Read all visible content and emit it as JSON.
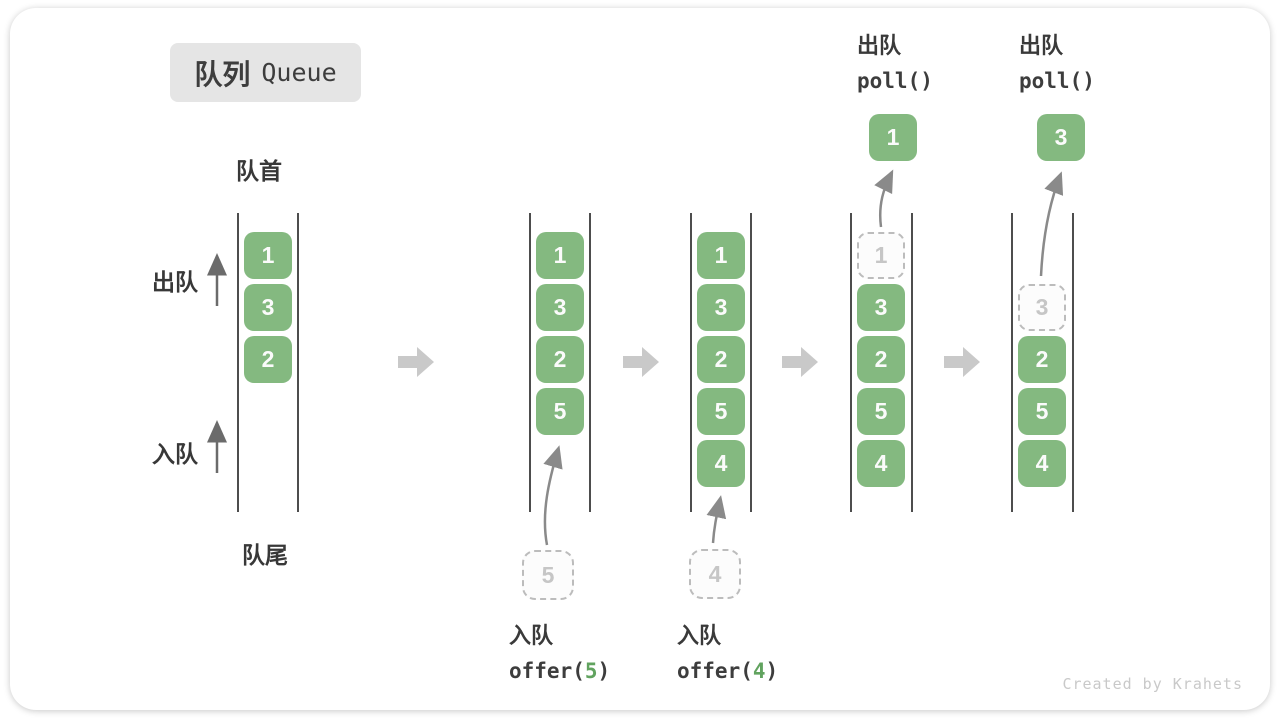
{
  "title": {
    "zh": "队列",
    "en": "Queue"
  },
  "side_labels": {
    "front": "队首",
    "rear": "队尾",
    "dequeue": "出队",
    "enqueue": "入队"
  },
  "queues": [
    {
      "slots": [
        {
          "state": "filled",
          "value": "1"
        },
        {
          "state": "filled",
          "value": "3"
        },
        {
          "state": "filled",
          "value": "2"
        }
      ]
    },
    {
      "slots": [
        {
          "state": "filled",
          "value": "1"
        },
        {
          "state": "filled",
          "value": "3"
        },
        {
          "state": "filled",
          "value": "2"
        },
        {
          "state": "filled",
          "value": "5"
        }
      ],
      "staged": {
        "value": "5"
      }
    },
    {
      "slots": [
        {
          "state": "filled",
          "value": "1"
        },
        {
          "state": "filled",
          "value": "3"
        },
        {
          "state": "filled",
          "value": "2"
        },
        {
          "state": "filled",
          "value": "5"
        },
        {
          "state": "filled",
          "value": "4"
        }
      ],
      "staged": {
        "value": "4"
      }
    },
    {
      "slots": [
        {
          "state": "ghost",
          "value": "1"
        },
        {
          "state": "filled",
          "value": "3"
        },
        {
          "state": "filled",
          "value": "2"
        },
        {
          "state": "filled",
          "value": "5"
        },
        {
          "state": "filled",
          "value": "4"
        }
      ],
      "result": {
        "value": "1"
      }
    },
    {
      "slots": [
        {
          "state": "ghost",
          "value": "3"
        },
        {
          "state": "filled",
          "value": "2"
        },
        {
          "state": "filled",
          "value": "5"
        },
        {
          "state": "filled",
          "value": "4"
        }
      ],
      "result": {
        "value": "3"
      }
    }
  ],
  "enqueue_ops": [
    {
      "label": "入队",
      "code_pre": "offer(",
      "code_arg": "5",
      "code_post": ")"
    },
    {
      "label": "入队",
      "code_pre": "offer(",
      "code_arg": "4",
      "code_post": ")"
    }
  ],
  "dequeue_ops": [
    {
      "label": "出队",
      "code": "poll()"
    },
    {
      "label": "出队",
      "code": "poll()"
    }
  ],
  "watermark": "Created by Krahets",
  "colors": {
    "box_green": "#84b980",
    "code_green": "#61a35f",
    "ghost_border": "#bcbcbc",
    "channel_line": "#4d4d4d",
    "flow_arrow": "#c9c9c9",
    "move_arrow": "#8a8a8a",
    "label_dark": "#3a3a3a"
  }
}
